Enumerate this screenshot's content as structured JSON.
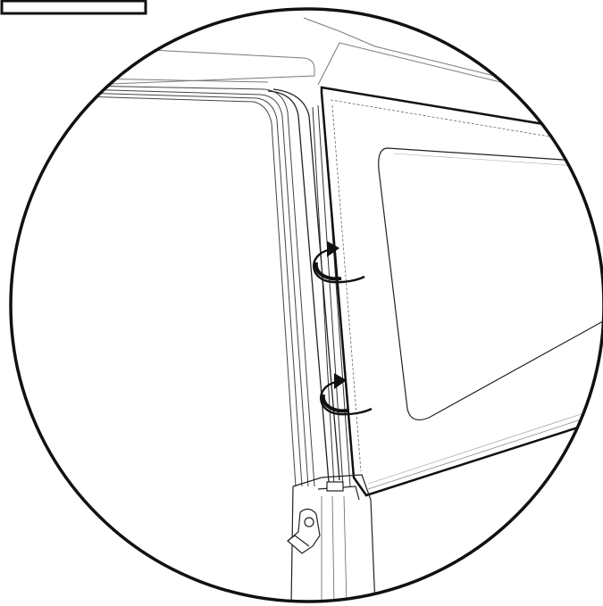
{
  "diagram": {
    "figure_kind": "line-art installation detail",
    "colors": {
      "ink": "#1a1a1a",
      "paper": "#ffffff",
      "accent": "#000000"
    },
    "icons": {
      "corner_label": "blank-label-box",
      "rotation_arrows": [
        "curved-rotate-arrow",
        "curved-rotate-arrow"
      ]
    }
  }
}
